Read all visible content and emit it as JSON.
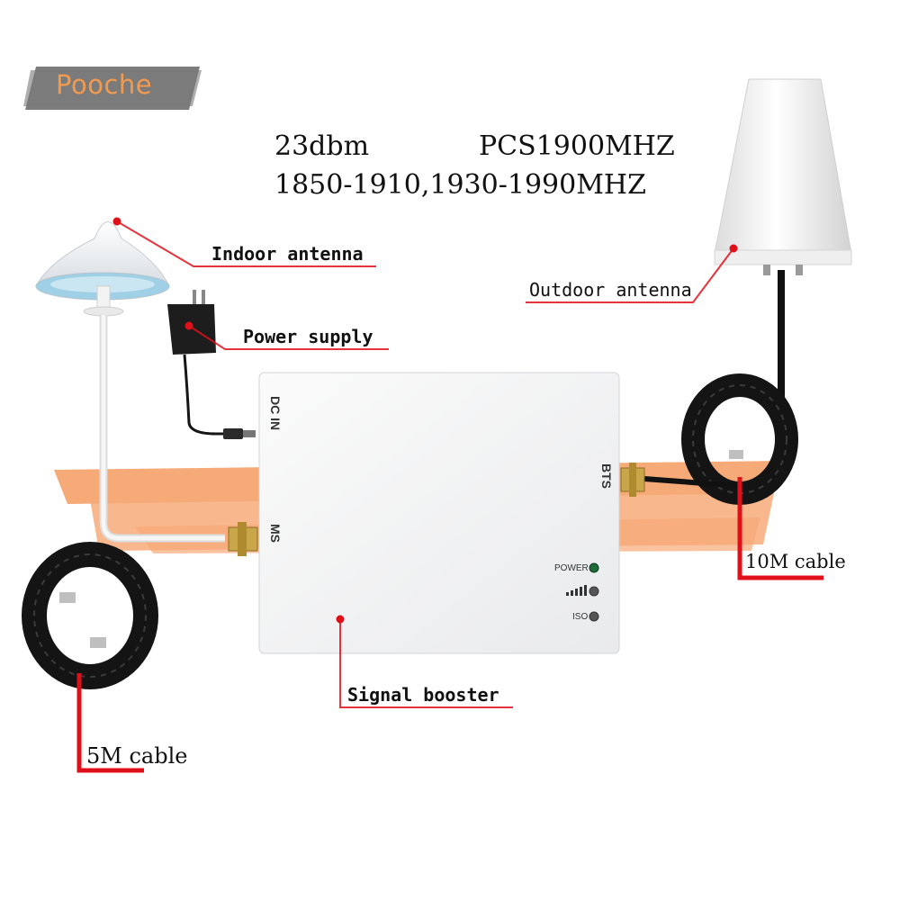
{
  "brand": {
    "name": "Pooche",
    "color": "#f29a4f",
    "badge_color": "#6f6f6f"
  },
  "specs": {
    "power": "23dbm",
    "band": "PCS1900MHZ",
    "frequency": "1850-1910,1930-1990MHZ"
  },
  "callouts": {
    "indoor_antenna": "Indoor antenna",
    "power_supply": "Power supply",
    "outdoor_antenna": "Outdoor antenna",
    "signal_booster": "Signal booster",
    "cable_10m": "10M cable",
    "cable_5m": "5M cable",
    "line_color": "#e0101a"
  },
  "booster": {
    "ports": {
      "dc_in": "DC IN",
      "ms": "MS",
      "bts": "BTS"
    },
    "leds": {
      "power": "POWER",
      "iso": "ISO"
    },
    "led_colors": {
      "power": "#1f6b3a",
      "signal": "#555555",
      "iso": "#555555"
    }
  },
  "accent_stripe_color": "#f6a36c"
}
